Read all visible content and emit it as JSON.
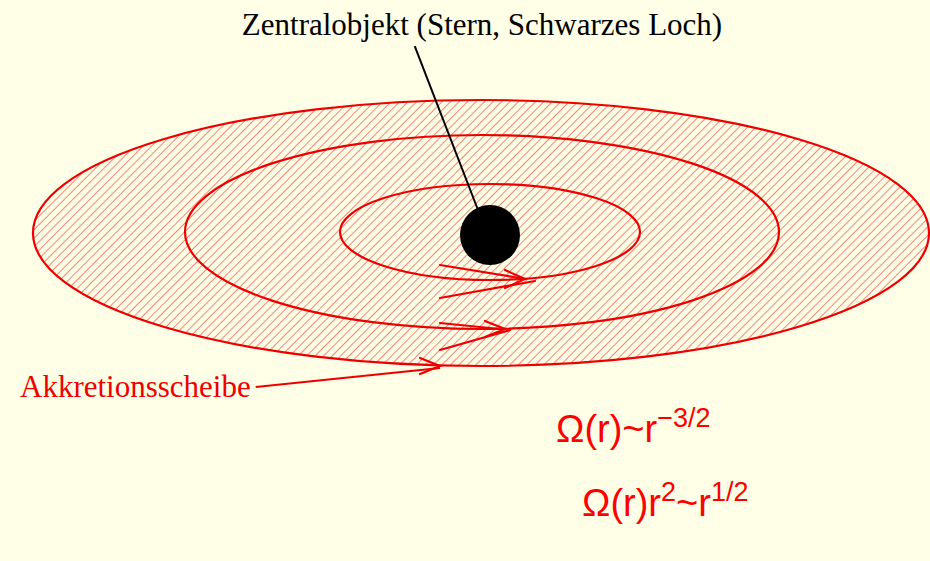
{
  "diagram": {
    "labels": [
      "Zentralobjekt (Stern, Schwarzes Loch)",
      "Akkretionsscheibe",
      "Ω(r)~r",
      "−3/2",
      "Ω(r)r",
      "2",
      "~r",
      "1/2"
    ]
  }
}
